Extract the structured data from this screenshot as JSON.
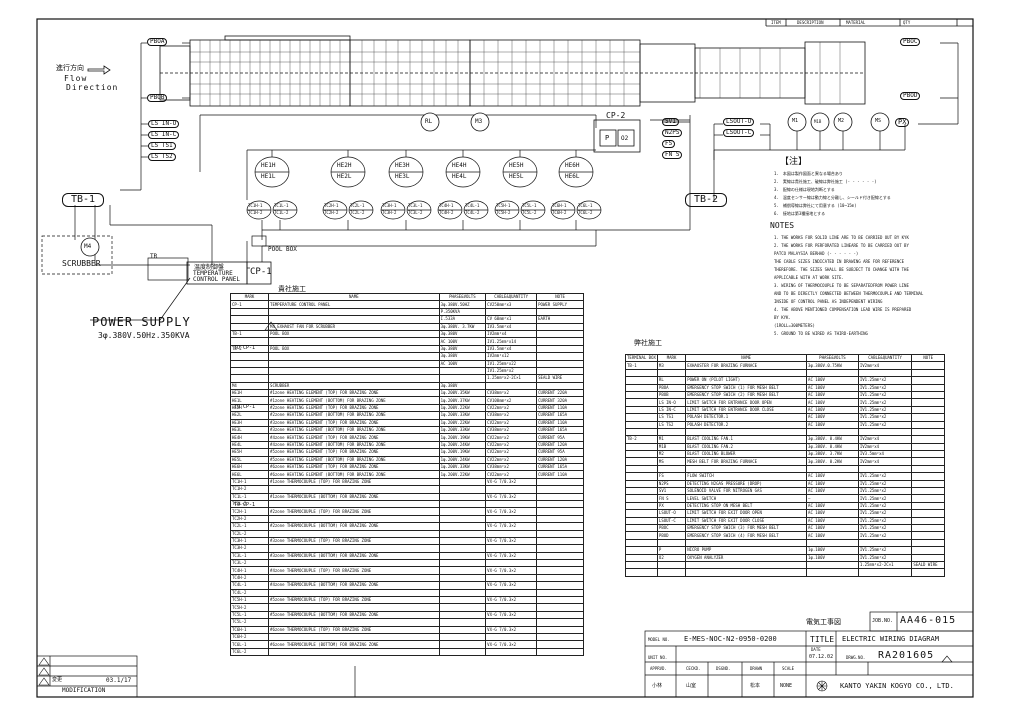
{
  "title_block": {
    "header_cols": [
      "ITEM",
      "DESCRIPTION",
      "MATERIAL",
      "QTY"
    ],
    "job_no_label": "JOB.NO.",
    "job_no": "AA46-015",
    "project_jp": "電気工事図",
    "model_no_label": "MODEL NO.",
    "model_no": "E-MES-NOC-N2-0950-0200",
    "title_label": "TITLE",
    "title": "ELECTRIC WIRING DIAGRAM",
    "unit_no_label": "UNIT NO.",
    "date_label": "DATE",
    "date": "07.12.02",
    "drwg_no_label": "DRWG.NO.",
    "drwg_no": "RA201605",
    "roles": [
      "APPRVD.",
      "CECKD.",
      "DSGND.",
      "DRAWN",
      "SCALE"
    ],
    "signers": [
      "小林",
      "山室",
      "",
      "松本"
    ],
    "scale": "NONE",
    "company": "KANTO YAKIN KOGYO CO., LTD."
  },
  "modification": {
    "label": "MODIFICATION",
    "change": "変更",
    "date": "03.1/17"
  },
  "diagram": {
    "flow_jp": "進行方向",
    "flow1": "Flow",
    "flow2": "Direction",
    "pboa": "PBOA",
    "pbob": "PBOB",
    "pboc": "PBOC",
    "pbod": "PBOD",
    "left_labels": [
      "LS IN-O",
      "LS IN-C",
      "LS TS1",
      "LS TS2"
    ],
    "tb1": "TB-1",
    "tb2": "TB-2",
    "rl": "RL",
    "m3": "M3",
    "cp2": "CP-2",
    "p": "P",
    "o2": "O2",
    "right_labels": [
      "SV1",
      "N2PS",
      "FS",
      "FN S"
    ],
    "lsout": [
      "LSOUT-O",
      "LSOUT-C"
    ],
    "motors": [
      "M1",
      "M1B",
      "M2",
      "MS"
    ],
    "px": "PX",
    "heaters": [
      {
        "top": "HE1H",
        "bot": "HE1L",
        "tc": [
          "TC1H-1",
          "TC1H-2",
          "TC1L-1",
          "TC1L-2"
        ]
      },
      {
        "top": "HE2H",
        "bot": "HE2L",
        "tc": [
          "TC2H-1",
          "TC2H-2",
          "TC2L-1",
          "TC2L-2"
        ]
      },
      {
        "top": "HE3H",
        "bot": "HE3L",
        "tc": [
          "TC3H-1",
          "TC3H-2",
          "TC3L-1",
          "TC3L-2"
        ]
      },
      {
        "top": "HE4H",
        "bot": "HE4L",
        "tc": [
          "TC4H-1",
          "TC4H-2",
          "TC4L-1",
          "TC4L-2"
        ]
      },
      {
        "top": "HE5H",
        "bot": "HE5L",
        "tc": [
          "TC5H-1",
          "TC5H-2",
          "TC5L-1",
          "TC5L-2"
        ]
      },
      {
        "top": "HE6H",
        "bot": "HE6L",
        "tc": [
          "TC6H-1",
          "TC6H-2",
          "TC6L-1",
          "TC6L-2"
        ]
      }
    ],
    "m4": "M4",
    "scrubber": "SCRUBBER",
    "tr": "TR",
    "pool_box": "POOL BOX",
    "tcp_jp": "温度制御盤",
    "tcp1": "TEMPERATURE",
    "tcp2": "CONTROL PANEL",
    "cp1": "CP-1",
    "power_supply": "POWER SUPPLY",
    "power_spec": "3φ.380V.50Hz.350KVA"
  },
  "notes": {
    "jp_title": "【注】",
    "jp_lines": [
      "1.　本図は製作図面と異なる場合あり",
      "2.　実線は貴社施工、破線は弊社施工 (- - - - - -)",
      "3.　配線の仕様は現地判断とする",
      "4.　温度センサー線は動力線と分離し、シールド付き配線とする",
      "5.　補償導線は弊社にて用意する (10~15m)",
      "6.　接地は第3種接地とする"
    ],
    "title": "NOTES",
    "lines": [
      "1.  THE WORKS FOR SOLID LINE ARE TO BE CARRIED OUT BY KYK",
      "2.  THE WORKS FOR PERFORATED LINEARE TO BE CARRIED OUT BY",
      "    PATCO MALAYSIA BERHAD (- - - - - -)",
      "    THE CABLE SIZES INDICATED IN DRAWING ARE FOR REFERENCE",
      "    THEREFORE. THE SIZES SHALL BE SUBJECT TO CHANGE WITH THE",
      "    APPLICABLE WITH AT WORK SITE.",
      "3.  WIRING OF THERMOCOUPLE TO BE SEPARATEDFROM POWER LINE",
      "    AND TO BE DIRECTLY CONNECTED BETWEEN THERMOCOUPLE AND TERMINAL",
      "    INSIDE OF CONTROL PANEL AS INDEPENDENT WIRING",
      "4.  THE ABOVE MENTIONED COMPENSATION LEAD WIRE IS PREPARED",
      "    BY KYK.",
      "    (1ROLL=300METERS)",
      "5.  GROUND TO BE WIRED AS THIRD-EARTHING"
    ]
  },
  "left_table": {
    "caption": "貴社施工",
    "headers": [
      "MARK",
      "NAME",
      "PHASE&VOLTS",
      "CABLE&QUANTITY",
      "NOTE"
    ],
    "rows": [
      [
        "CP-1",
        "TEMPERATURE CONTROL PANEL",
        "3φ.380V.50HZ",
        "CV250mm²x3",
        "POWER SUPPLY"
      ],
      [
        "",
        "",
        "P.350KVA",
        "",
        ""
      ],
      [
        "",
        "",
        "I.533A",
        "CV 60mm²x1",
        "EARTH"
      ],
      [
        "",
        "M4    EXHAUST FAN FOR SCRUBBER",
        "3φ.380V. 3.7KW",
        "IV3.5mm²x4",
        ""
      ],
      [
        "TB-1",
        "POOL BOX",
        "3φ.380V",
        "IV2mm²x4",
        ""
      ],
      [
        "",
        "",
        "AC 100V",
        "IV1.25mm²x14",
        ""
      ],
      [
        "TB-2",
        "POOL BOX",
        "3φ.380V",
        "IV3.5mm²x4",
        ""
      ],
      [
        "",
        "",
        "3φ.380V",
        "IV2mm²x12",
        ""
      ],
      [
        "",
        "",
        "AC 100V",
        "IV1.25mm²x22",
        ""
      ],
      [
        "",
        "",
        "",
        "IV1.25mm²x2",
        ""
      ],
      [
        "",
        "",
        "",
        "1.25mm²x2-2C×1",
        "SEALD WIRE"
      ],
      [
        "M4",
        "SCRUBBER",
        "3φ.380V",
        "",
        ""
      ],
      [
        "HE1H",
        "#1zone HEATING ELEMENT (TOP)    FOR BRAZING ZONE",
        "1φ.200V.35KW",
        "CV38mm²x2",
        "CURRENT 220A"
      ],
      [
        "HE1L",
        "#1zone HEATING ELEMENT (BOTTOM) FOR BRAZING ZONE",
        "1φ.200V.37KW",
        "CV100mm²x2",
        "CURRENT 320A"
      ],
      [
        "HE2H",
        "#2zone HEATING ELEMENT (TOP)    FOR BRAZING ZONE",
        "1φ.200V.22KW",
        "CV22mm²x2",
        "CURRENT 110A"
      ],
      [
        "HE2L",
        "#2zone HEATING ELEMENT (BOTTOM) FOR BRAZING ZONE",
        "1φ.200V.33KW",
        "CV38mm²x2",
        "CURRENT 165A"
      ],
      [
        "HE3H",
        "#3zone HEATING ELEMENT (TOP)    FOR BRAZING ZONE",
        "1φ.200V.22KW",
        "CV22mm²x2",
        "CURRENT 110A"
      ],
      [
        "HE3L",
        "#3zone HEATING ELEMENT (BOTTOM) FOR BRAZING ZONE",
        "1φ.200V.33KW",
        "CV38mm²x2",
        "CURRENT 165A"
      ],
      [
        "HE4H",
        "#4zone HEATING ELEMENT (TOP)    FOR BRAZING ZONE",
        "1φ.200V.19KW",
        "CV22mm²x2",
        "CURRENT 95A"
      ],
      [
        "HE4L",
        "#4zone HEATING ELEMENT (BOTTOM) FOR BRAZING ZONE",
        "1φ.200V.24KW",
        "CV22mm²x2",
        "CURRENT 120A"
      ],
      [
        "HE5H",
        "#5zone HEATING ELEMENT (TOP)    FOR BRAZING ZONE",
        "1φ.200V.19KW",
        "CV22mm²x2",
        "CURRENT 95A"
      ],
      [
        "HE5L",
        "#5zone HEATING ELEMENT (BOTTOM) FOR BRAZING ZONE",
        "1φ.200V.24KW",
        "CV22mm²x2",
        "CURRENT 120A"
      ],
      [
        "HE6H",
        "#6zone HEATING ELEMENT (TOP)    FOR BRAZING ZONE",
        "1φ.200V.33KW",
        "CV38mm²x2",
        "CURRENT 165A"
      ],
      [
        "HE6L",
        "#6zone HEATING ELEMENT (BOTTOM) FOR BRAZING ZONE",
        "1φ.200V.22KW",
        "CV22mm²x2",
        "CURRENT 110A"
      ]
    ],
    "tc_rows": [
      [
        "TC1H-1",
        "#1zone THERMOCOUPLE   (TOP)     FOR BRAZING ZONE",
        "VX-G 7/0.3×2"
      ],
      [
        "TC1H-2",
        "",
        ""
      ],
      [
        "TC1L-1",
        "#1zone THERMOCOUPLE   (BOTTOM)  FOR BRAZING ZONE",
        "VX-G 7/0.3×2"
      ],
      [
        "TC1L-2",
        "",
        ""
      ],
      [
        "TC2H-1",
        "#2zone THERMOCOUPLE   (TOP)     FOR BRAZING ZONE",
        "VX-G 7/0.3×2"
      ],
      [
        "TC2H-2",
        "",
        ""
      ],
      [
        "TC2L-1",
        "#2zone THERMOCOUPLE   (BOTTOM)  FOR BRAZING ZONE",
        "VX-G 7/0.3×2"
      ],
      [
        "TC2L-2",
        "",
        ""
      ],
      [
        "TC3H-1",
        "#3zone THERMOCOUPLE   (TOP)     FOR BRAZING ZONE",
        "VX-G 7/0.3×2"
      ],
      [
        "TC3H-2",
        "",
        ""
      ],
      [
        "TC3L-1",
        "#3zone THERMOCOUPLE   (BOTTOM)  FOR BRAZING ZONE",
        "VX-G 7/0.3×2"
      ],
      [
        "TC3L-2",
        "",
        ""
      ],
      [
        "TC4H-1",
        "#4zone THERMOCOUPLE   (TOP)     FOR BRAZING ZONE",
        "VX-G 7/0.3×2"
      ],
      [
        "TC4H-2",
        "",
        ""
      ],
      [
        "TC4L-1",
        "#4zone THERMOCOUPLE   (BOTTOM)  FOR BRAZING ZONE",
        "VX-G 7/0.3×2"
      ],
      [
        "TC4L-2",
        "",
        ""
      ],
      [
        "TC5H-1",
        "#5zone THERMOCOUPLE   (TOP)     FOR BRAZING ZONE",
        "VX-G 7/0.3×2"
      ],
      [
        "TC5H-2",
        "",
        ""
      ],
      [
        "TC5L-1",
        "#5zone THERMOCOUPLE   (BOTTOM)  FOR BRAZING ZONE",
        "VX-G 7/0.3×2"
      ],
      [
        "TC5L-2",
        "",
        ""
      ],
      [
        "TC6H-1",
        "#6zone THERMOCOUPLE   (TOP)     FOR BRAZING ZONE",
        "VX-G 7/0.3×2"
      ],
      [
        "TC6H-2",
        "",
        ""
      ],
      [
        "TC6L-1",
        "#6zone THERMOCOUPLE   (BOTTOM)  FOR BRAZING ZONE",
        "VX-G 7/0.3×2"
      ],
      [
        "TC6L-2",
        "",
        ""
      ]
    ],
    "to_labels": [
      "TO CP-1",
      "TO CP-1",
      "TO CP-1"
    ]
  },
  "right_table": {
    "caption": "弊社施工",
    "headers": [
      "TERMINAL BOX",
      "MARK",
      "NAME",
      "PHASE&VOLTS",
      "CABLE&QUANTITY",
      "NOTE"
    ],
    "rows": [
      [
        "TB-1",
        "M3",
        "EXHAUSTER FOR BRAZING FURNACE",
        "3φ.380V.0.75KW",
        "IV2mm²x4",
        ""
      ],
      [
        "",
        "",
        "",
        "",
        "",
        ""
      ],
      [
        "",
        "RL",
        "POWER ON (PILOT LIGHT)",
        "AC 100V",
        "IV1.25mm²x2",
        ""
      ],
      [
        "",
        "PBOA",
        "EMERGENCY STOP SWICH (1) FOR MESH BELT",
        "AC 100V",
        "IV1.25mm²x2",
        ""
      ],
      [
        "",
        "PBOB",
        "EMERGENCY STOP SWICH (2) FOR MESH BELT",
        "AC 100V",
        "IV1.25mm²x2",
        ""
      ],
      [
        "",
        "LS IN-O",
        "LIMIT SWITCH FOR ENTRANCE DOOR OPEN",
        "AC 100V",
        "IV1.25mm²x2",
        ""
      ],
      [
        "",
        "LS IN-C",
        "LIMIT SWITCH FOR ENTRANCE DOOR CLOSE",
        "AC 100V",
        "IV1.25mm²x2",
        ""
      ],
      [
        "",
        "LS TS1",
        "POLASH DETECTOR.1",
        "AC 100V",
        "IV1.25mm²x2",
        ""
      ],
      [
        "",
        "LS TS2",
        "POLASH DETECTOR.2",
        "AC 100V",
        "IV1.25mm²x2",
        ""
      ],
      [
        "",
        "",
        "",
        "",
        "",
        ""
      ],
      [
        "TB-2",
        "M1",
        "BLAST COOLING FAN.1",
        "3φ.380V. 0.4KW",
        "IV2mm²x4",
        ""
      ],
      [
        "",
        "M1B",
        "BLAST COOLING FAN.2",
        "3φ.380V. 0.4KW",
        "IV2mm²x4",
        ""
      ],
      [
        "",
        "M2",
        "BLAST COOLING BLOWER",
        "3φ.380V. 3.7KW",
        "IV3.5mm²x4",
        ""
      ],
      [
        "",
        "MS",
        "MESH BELT FOR BRAZING FURNACE",
        "3φ.380V. 0.2KW",
        "IV2mm²x4",
        ""
      ],
      [
        "",
        "",
        "",
        "",
        "",
        ""
      ],
      [
        "",
        "FS",
        "FLOW SWITCH",
        "AC 100V",
        "IV1.25mm²x2",
        ""
      ],
      [
        "",
        "N2PS",
        "DETECTING N2GAS PRESSURE (DROP)",
        "AC 100V",
        "IV1.25mm²x2",
        ""
      ],
      [
        "",
        "SV1",
        "SOLENOID VALVE FOR NITROGEN GAS",
        "AC 100V",
        "IV1.25mm²x2",
        ""
      ],
      [
        "",
        "FN S",
        "LEVEL SWITCH",
        "—",
        "IV1.25mm²x2",
        ""
      ],
      [
        "",
        "PX",
        "DETECTING STOP ON MESH BELT",
        "AC 100V",
        "IV1.25mm²x2",
        ""
      ],
      [
        "",
        "LSOUT-O",
        "LIMIT SWITCH FOR EXIT DOOR OPEN",
        "AC 100V",
        "IV1.25mm²x2",
        ""
      ],
      [
        "",
        "LSOUT-C",
        "LIMIT SWITCH FOR EXIT DOOR CLOSE",
        "AC 100V",
        "IV1.25mm²x2",
        ""
      ],
      [
        "",
        "PBOC",
        "EMERGENCY STOP SWICH (3) FOR MESH BELT",
        "AC 100V",
        "IV1.25mm²x2",
        ""
      ],
      [
        "",
        "PBOD",
        "EMERGENCY STOP SWICH (4) FOR MESH BELT",
        "AC 100V",
        "IV1.25mm²x2",
        ""
      ],
      [
        "",
        "",
        "",
        "",
        "",
        ""
      ],
      [
        "",
        "P",
        "NICRO PUMP",
        "1φ.100V",
        "IV1.25mm²x2",
        ""
      ],
      [
        "",
        "O2",
        "OXYGEN ANALYZER",
        "1φ.100V",
        "IV1.25mm²x2",
        ""
      ],
      [
        "",
        "",
        "",
        "",
        "1.25mm²x2-2C×1",
        "SEALD WIRE"
      ],
      [
        "",
        "",
        "",
        "",
        "",
        ""
      ]
    ]
  }
}
